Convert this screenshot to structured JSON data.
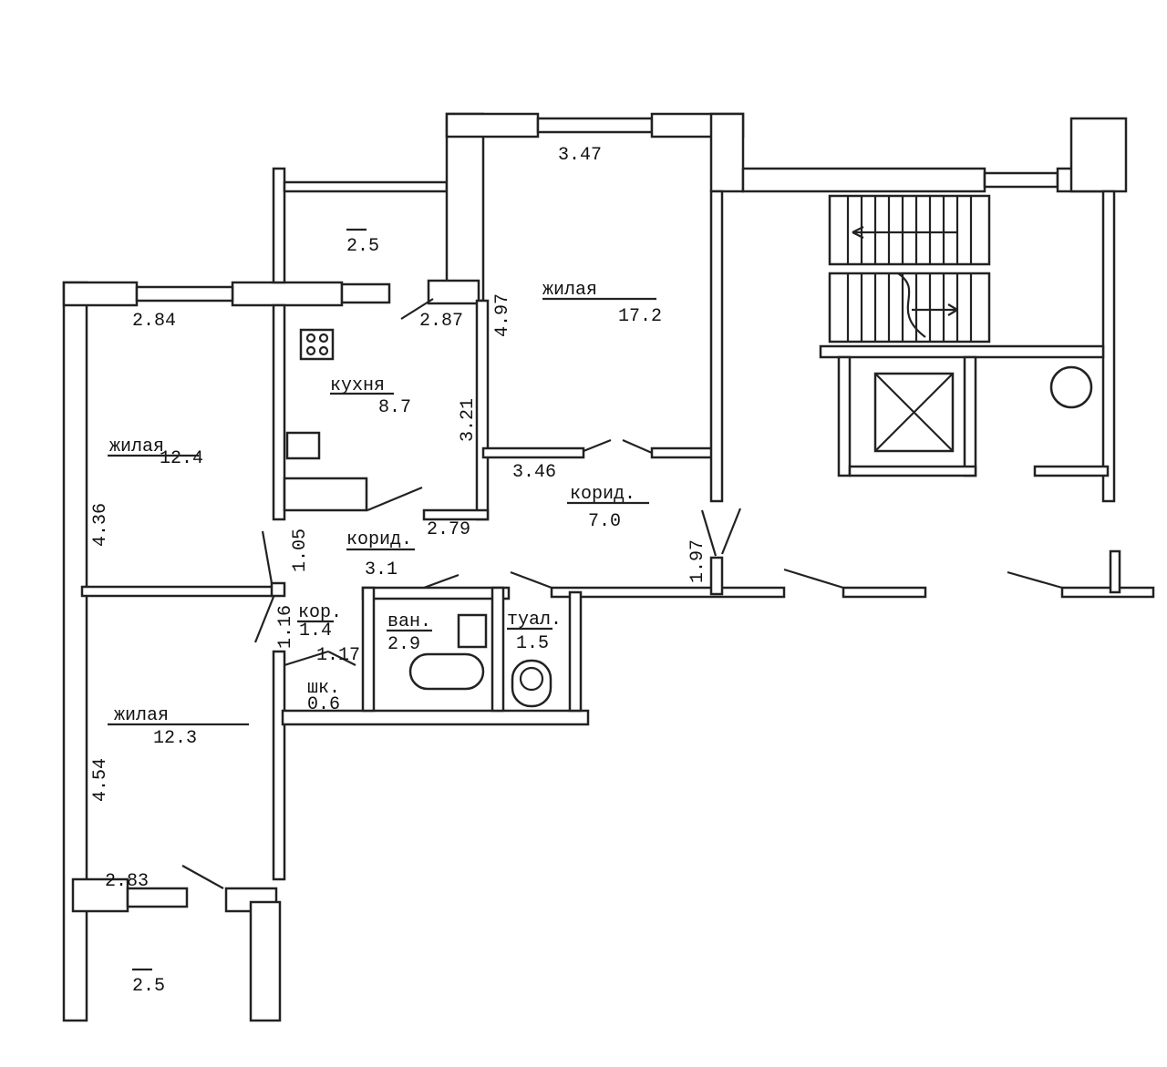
{
  "plan": {
    "rooms": [
      {
        "id": "balcony-top",
        "name": "",
        "area": "2.5"
      },
      {
        "id": "living-large",
        "name": "жилая",
        "area": "17.2"
      },
      {
        "id": "kitchen",
        "name": "кухня",
        "area": "8.7"
      },
      {
        "id": "living-left-top",
        "name": "жилая",
        "area": "12.4"
      },
      {
        "id": "corridor-main",
        "name": "корид.",
        "area": "7.0"
      },
      {
        "id": "corridor-small",
        "name": "корид.",
        "area": "3.1"
      },
      {
        "id": "corridor-tiny",
        "name": "кор.",
        "area": "1.4"
      },
      {
        "id": "bathroom",
        "name": "ван.",
        "area": "2.9"
      },
      {
        "id": "toilet",
        "name": "туал.",
        "area": "1.5"
      },
      {
        "id": "closet",
        "name": "шк.",
        "area": "0.6"
      },
      {
        "id": "living-left-bottom",
        "name": "жилая",
        "area": "12.3"
      },
      {
        "id": "balcony-bottom",
        "name": "",
        "area": "2.5"
      }
    ],
    "dimensions": [
      "3.47",
      "2.84",
      "2.87",
      "4.97",
      "3.21",
      "3.46",
      "4.36",
      "1.05",
      "2.79",
      "1.97",
      "1.16",
      "1.17",
      "4.54",
      "2.83"
    ]
  }
}
